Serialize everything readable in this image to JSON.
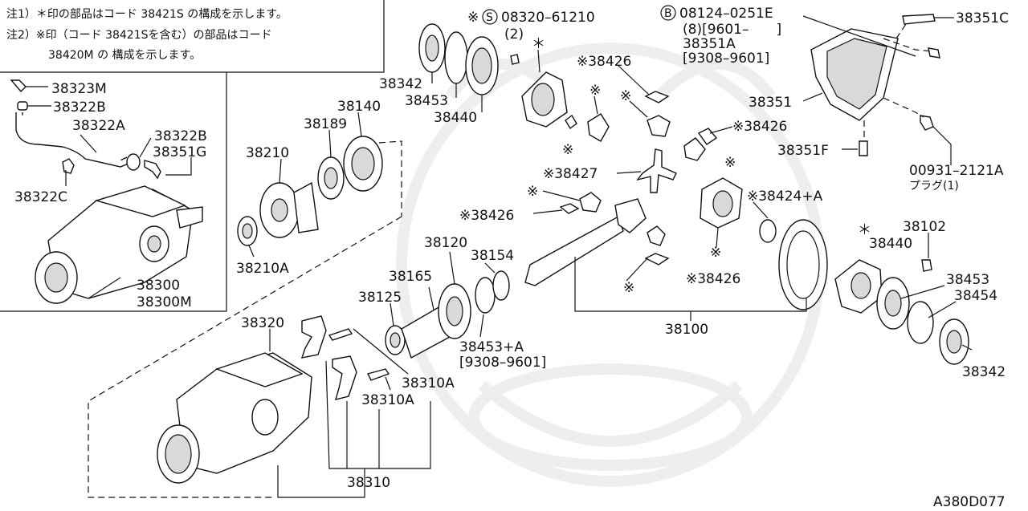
{
  "notes": {
    "line1": "注1）＊印の部品はコード 38421S の構成を示します。",
    "line2": "注2）※印（コード 38421Sを含む）の部品はコード",
    "line3": "38420M の 構成を示します。"
  },
  "inset_labels": {
    "l_38323M": "38323M",
    "l_38322B": "38322B",
    "l_38322A": "38322A",
    "l_38322B_2": "38322B",
    "l_38351G": "38351G",
    "l_38322C": "38322C",
    "l_38300": "38300",
    "l_38300M": "38300M"
  },
  "labels": {
    "l_38342_a": "38342",
    "l_38453_a": "38453",
    "l_38440_a": "38440",
    "l_bolt_code": "08320–61210",
    "l_bolt_qty": "(2)",
    "l_s_mark": "S",
    "l_kome_s": "※",
    "l_ast_1": "＊",
    "l_38426_a": "※38426",
    "l_kome_a": "※",
    "l_kome_b": "※",
    "l_kome_c": "※",
    "l_b_mark": "B",
    "l_b_code": "08124–0251E",
    "l_b_qty": "(8)[9601–　　]",
    "l_38351A": "38351A",
    "l_38351A_range": "[9308–9601]",
    "l_38351C": "38351C",
    "l_38351": "38351",
    "l_38426_b": "※38426",
    "l_kome_d": "※",
    "l_38351F": "38351F",
    "l_00931": "00931–2121A",
    "l_plug": "プラグ(1)",
    "l_38140": "38140",
    "l_38189": "38189",
    "l_38210": "38210",
    "l_38210A": "38210A",
    "l_38427": "※38427",
    "l_kome_e": "※",
    "l_38426_c": "※38426",
    "l_38424A": "※38424+A",
    "l_kome_f": "※",
    "l_38426_d": "※38426",
    "l_kome_g": "※",
    "l_ast_2": "＊",
    "l_38102": "38102",
    "l_38440_b": "38440",
    "l_38453_b": "38453",
    "l_38454": "38454",
    "l_38342_b": "38342",
    "l_38120": "38120",
    "l_38154": "38154",
    "l_38165": "38165",
    "l_38125": "38125",
    "l_38453A": "38453+A",
    "l_38453A_range": "[9308–9601]",
    "l_38100": "38100",
    "l_38320": "38320",
    "l_38310A_a": "38310A",
    "l_38310A_b": "38310A",
    "l_38310": "38310",
    "l_diagram_id": "A380D077"
  }
}
